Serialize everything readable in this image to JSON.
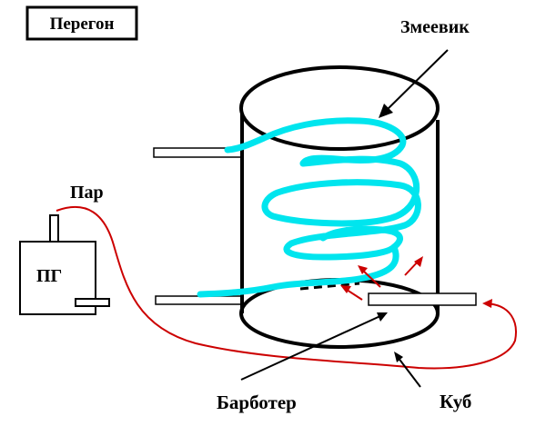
{
  "labels": {
    "title": "Перегон",
    "coil": "Змеевик",
    "steam": "Пар",
    "steam_generator": "ПГ",
    "bubbler": "Барботер",
    "cube": "Куб"
  },
  "colors": {
    "outline": "#000000",
    "coil": "#00e5ee",
    "steam_line": "#cc0000",
    "background": "#ffffff"
  }
}
